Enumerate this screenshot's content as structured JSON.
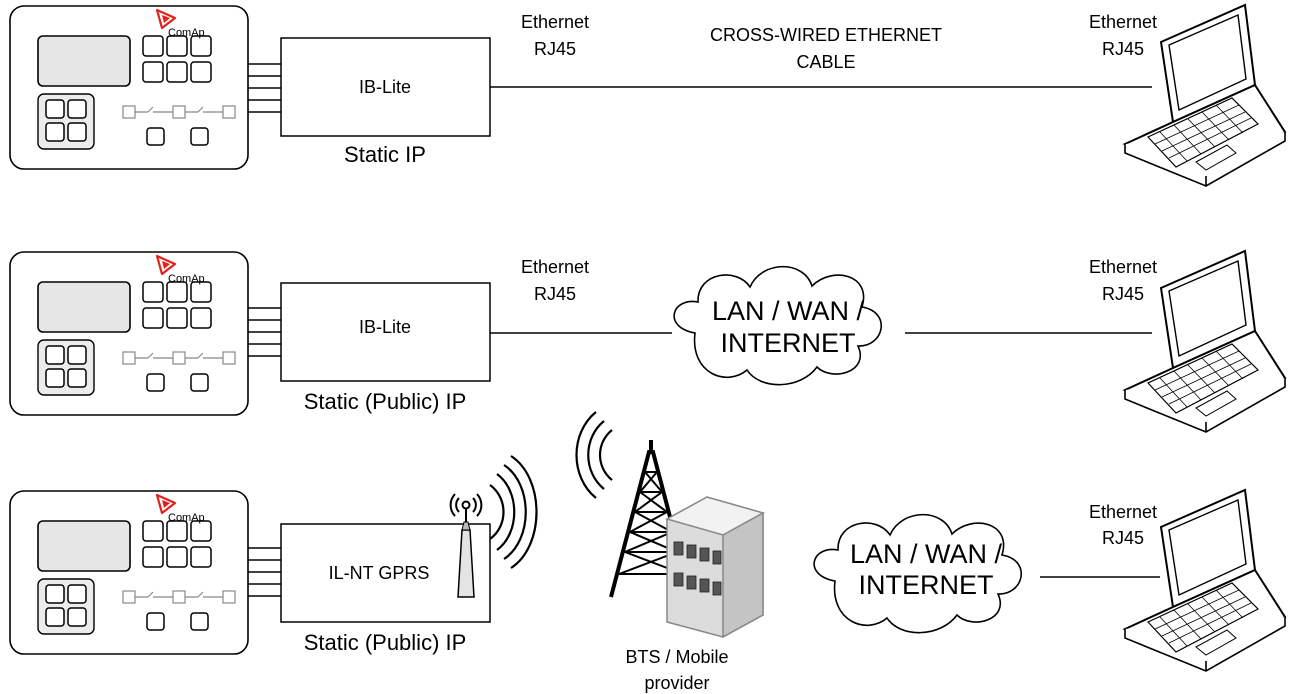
{
  "rows": [
    {
      "controller_logo": "ComAp",
      "module_label": "IB-Lite",
      "ip_label": "Static IP",
      "left_conn_line1": "Ethernet",
      "left_conn_line2": "RJ45",
      "cable_line1": "CROSS-WIRED ETHERNET",
      "cable_line2": "CABLE",
      "right_conn_line1": "Ethernet",
      "right_conn_line2": "RJ45"
    },
    {
      "controller_logo": "ComAp",
      "module_label": "IB-Lite",
      "ip_label": "Static (Public) IP",
      "left_conn_line1": "Ethernet",
      "left_conn_line2": "RJ45",
      "cloud_line1": "LAN / WAN /",
      "cloud_line2": "INTERNET",
      "right_conn_line1": "Ethernet",
      "right_conn_line2": "RJ45"
    },
    {
      "controller_logo": "ComAp",
      "module_label": "IL-NT GPRS",
      "ip_label": "Static (Public) IP",
      "bts_line1": "BTS / Mobile",
      "bts_line2": "provider",
      "cloud_line1": "LAN / WAN /",
      "cloud_line2": "INTERNET",
      "right_conn_line1": "Ethernet",
      "right_conn_line2": "RJ45"
    }
  ],
  "icons": [
    "controller-icon",
    "laptop-icon",
    "cloud-icon",
    "antenna-icon",
    "radio-waves-icon",
    "cell-tower-icon",
    "building-icon",
    "comap-logo-icon"
  ],
  "colors": {
    "logo_red": "#e2211c",
    "line": "#000000",
    "tower_grey": "#a0a0a0"
  }
}
